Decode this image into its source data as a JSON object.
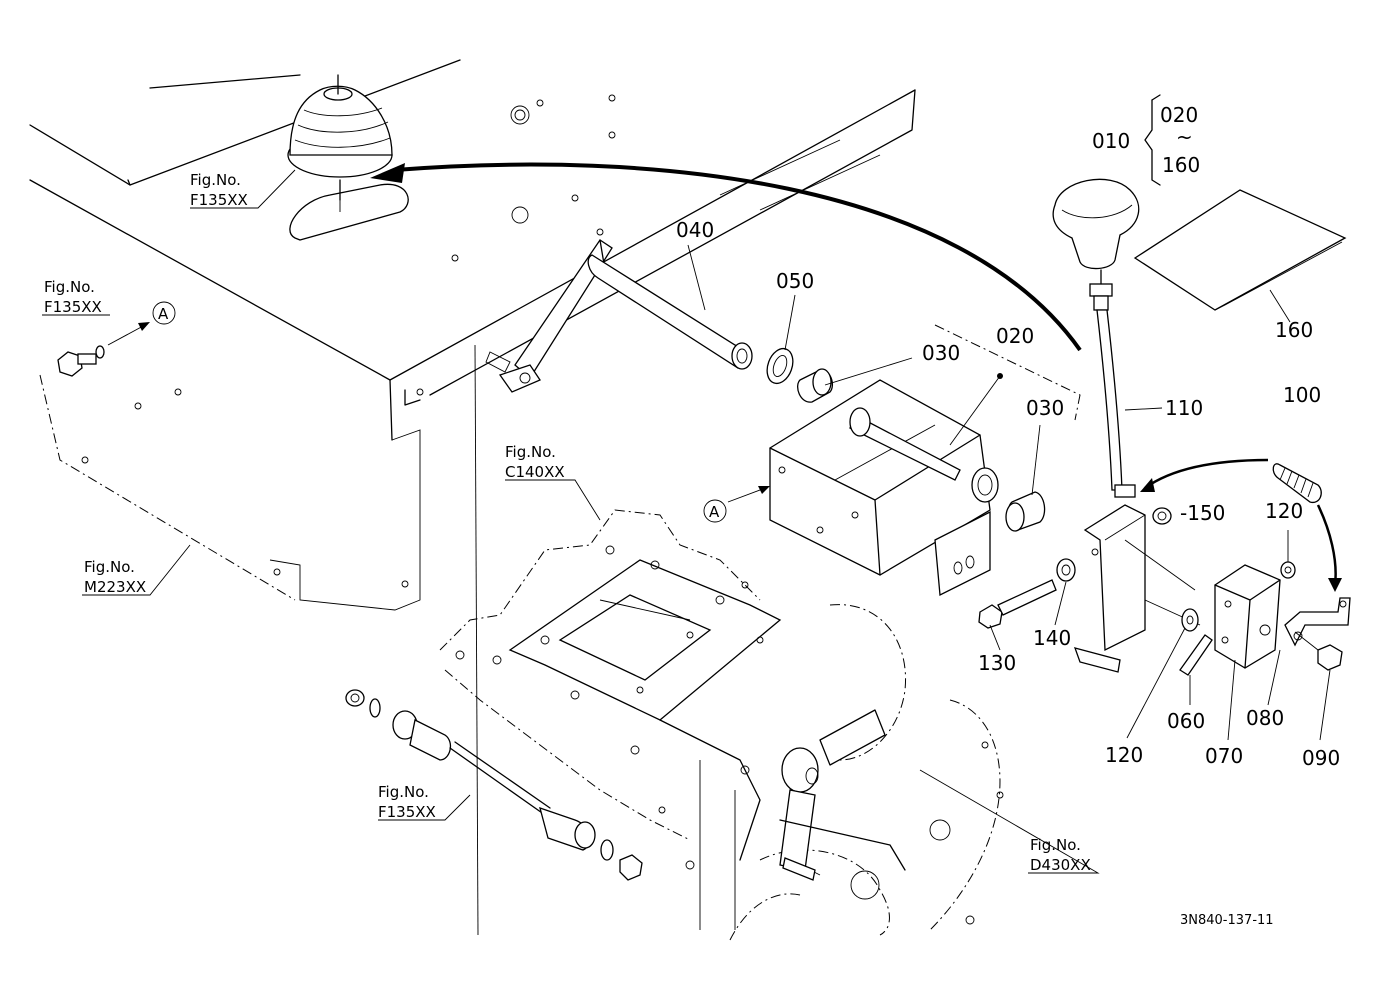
{
  "labels": {
    "p010": "010",
    "p020_brace": "020",
    "tilde": "~",
    "p160_brace": "160",
    "p020": "020",
    "p030a": "030",
    "p030b": "030",
    "p040": "040",
    "p050": "050",
    "p060": "060",
    "p070": "070",
    "p080": "080",
    "p090": "090",
    "p100": "100",
    "p110": "110",
    "p120a": "120",
    "p120b": "120",
    "p130": "130",
    "p140": "140",
    "p150": "-150",
    "p160": "160"
  },
  "refs": {
    "boot": {
      "fig": "Fig.No.",
      "code": "F135XX"
    },
    "bolt": {
      "fig": "Fig.No.",
      "code": "F135XX"
    },
    "frame": {
      "fig": "Fig.No.",
      "code": "C140XX"
    },
    "panel": {
      "fig": "Fig.No.",
      "code": "M223XX"
    },
    "cable": {
      "fig": "Fig.No.",
      "code": "F135XX"
    },
    "shaft": {
      "fig": "Fig.No.",
      "code": "D430XX"
    }
  },
  "markers": {
    "a1": "A",
    "a2": "A"
  },
  "drawing_code": "3N840-137-11"
}
